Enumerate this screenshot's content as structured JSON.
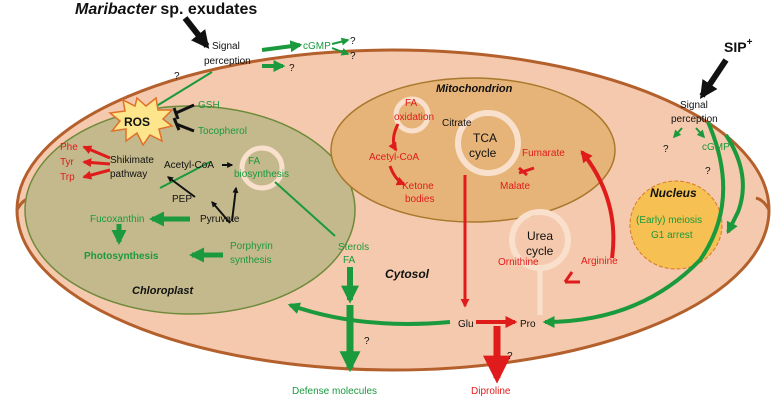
{
  "header": {
    "exudates_italic": "Maribacter",
    "exudates_rest": " sp. exudates",
    "sip": "SIP",
    "sip_sup": "+"
  },
  "compartments": {
    "mitochondrion": "Mitochondrion",
    "chloroplast": "Chloroplast",
    "cytosol": "Cytosol",
    "nucleus": "Nucleus"
  },
  "labels": {
    "signal_perception_left": [
      "Signal",
      "perception"
    ],
    "signal_perception_right": [
      "Signal",
      "perception"
    ],
    "cgmp_top": "cGMP",
    "cgmp_right": "cGMP",
    "ros": "ROS",
    "gsh": "GSH",
    "tocopherol": "Tocopherol",
    "phe": "Phe",
    "tyr": "Tyr",
    "trp": "Trp",
    "shikimate": [
      "Shikimate",
      "pathway"
    ],
    "acetyl_coa_chl": "Acetyl-CoA",
    "pep": "PEP",
    "pyruvate": "Pyruvate",
    "fa_biosynthesis": [
      "FA",
      "biosynthesis"
    ],
    "fucoxanthin": "Fucoxanthin",
    "photosynthesis": "Photosynthesis",
    "porphyrin": [
      "Porphyrin",
      "synthesis"
    ],
    "fa_oxidation": [
      "FA",
      "oxidation"
    ],
    "citrate": "Citrate",
    "tca": [
      "TCA",
      "cycle"
    ],
    "acetyl_coa_mito": "Acetyl-CoA",
    "fumarate": "Fumarate",
    "malate": "Malate",
    "ketone": [
      "Ketone",
      "bodies"
    ],
    "urea": [
      "Urea",
      "cycle"
    ],
    "ornithine": "Ornithine",
    "arginine": "Arginine",
    "meiosis": [
      "(Early) meiosis",
      "G1 arrest"
    ],
    "sterols": [
      "Sterols",
      "FA"
    ],
    "glu": "Glu",
    "pro": "Pro",
    "defense": "Defense molecules",
    "diproline": "Diproline",
    "question": "?"
  },
  "colors": {
    "cell_fill": "#f5c9ad",
    "cell_stroke": "#b4602c",
    "chloroplast_fill": "#c4b98c",
    "chloroplast_stroke": "#6e8a3a",
    "mito_fill": "#e6b478",
    "mito_stroke": "#a8782c",
    "nucleus_fill": "#f6c052",
    "green": "#1a9a3c",
    "red": "#e01b1b"
  }
}
